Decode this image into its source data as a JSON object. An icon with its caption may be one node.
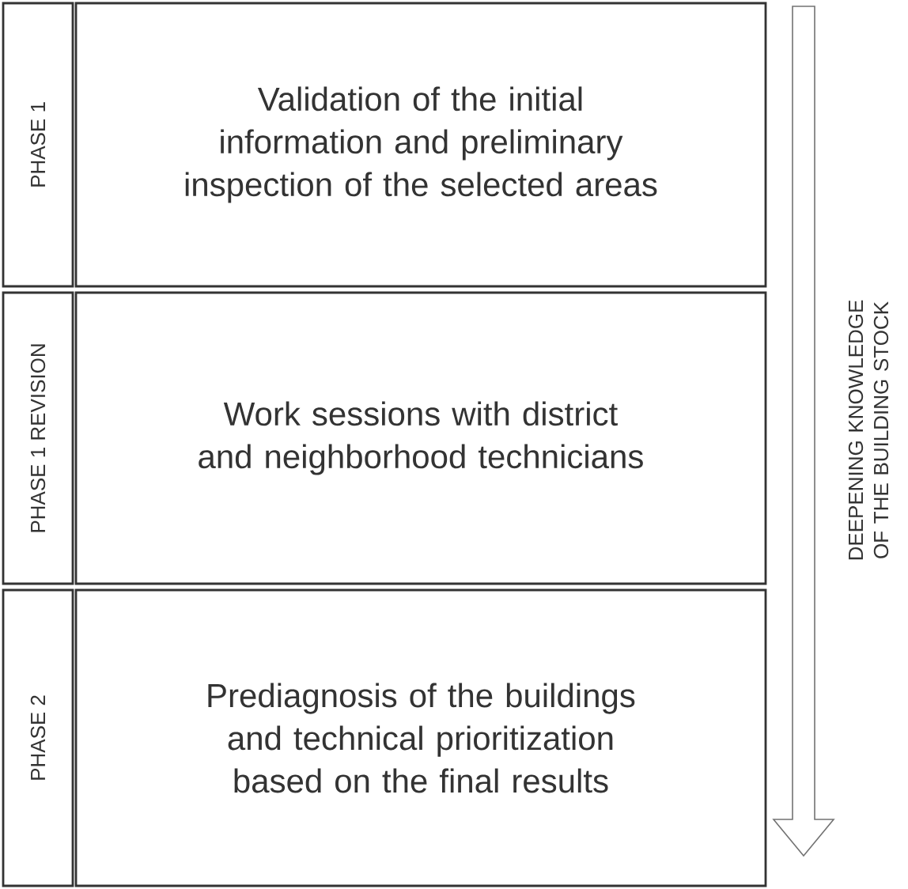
{
  "diagram": {
    "nodes": [
      {
        "text": [
          "PHASE 1"
        ]
      },
      {
        "text": [
          "Validation of the initial information and preliminary inspection of the selected areas"
        ]
      },
      {
        "text": [
          "PHASE 1 REVISION"
        ]
      },
      {
        "text": [
          "Work sessions with district and neighborhood technicians"
        ]
      },
      {
        "text": [
          "PHASE 2"
        ]
      },
      {
        "text": [
          "Prediagnosis of the buildings and technical prioritization based on the final results"
        ]
      }
    ],
    "labels": [
      "DEEPENING KNOWLEDGE OF THE BUILDING STOCK"
    ]
  }
}
